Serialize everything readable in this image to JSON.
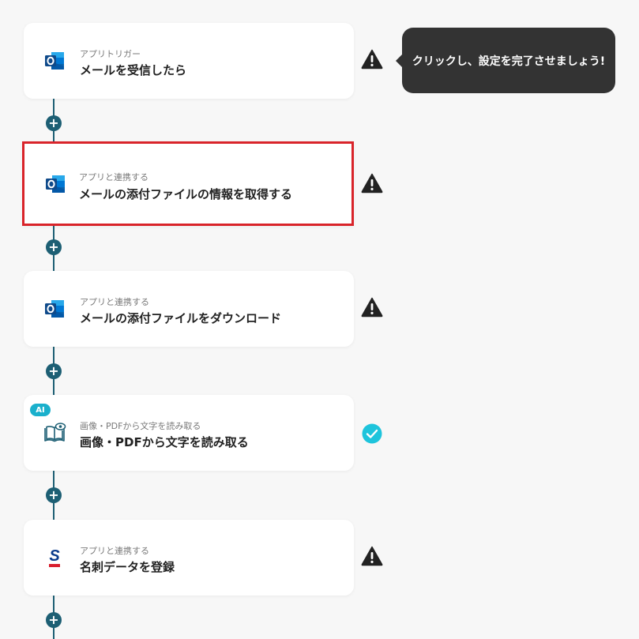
{
  "tooltip": {
    "text": "クリックし、設定を完了させましょう!"
  },
  "steps": [
    {
      "sub": "アプリトリガー",
      "main": "メールを受信したら",
      "app": "outlook-icon",
      "status": "warning"
    },
    {
      "sub": "アプリと連携する",
      "main": "メールの添付ファイルの情報を取得する",
      "app": "outlook-icon",
      "status": "warning",
      "selected": true
    },
    {
      "sub": "アプリと連携する",
      "main": "メールの添付ファイルをダウンロード",
      "app": "outlook-icon",
      "status": "warning"
    },
    {
      "sub": "画像・PDFから文字を読み取る",
      "main": "画像・PDFから文字を読み取る",
      "app": "ocr-book-icon",
      "status": "done",
      "badge": "AI"
    },
    {
      "sub": "アプリと連携する",
      "main": "名刺データを登録",
      "app": "sansan-icon",
      "status": "warning"
    }
  ],
  "add_button_label": "+",
  "colors": {
    "connector": "#1d5f74",
    "warning": "#222222",
    "done": "#1ec4dc",
    "selected_border": "#d9242a",
    "ai_badge": "#1ab0cc"
  }
}
